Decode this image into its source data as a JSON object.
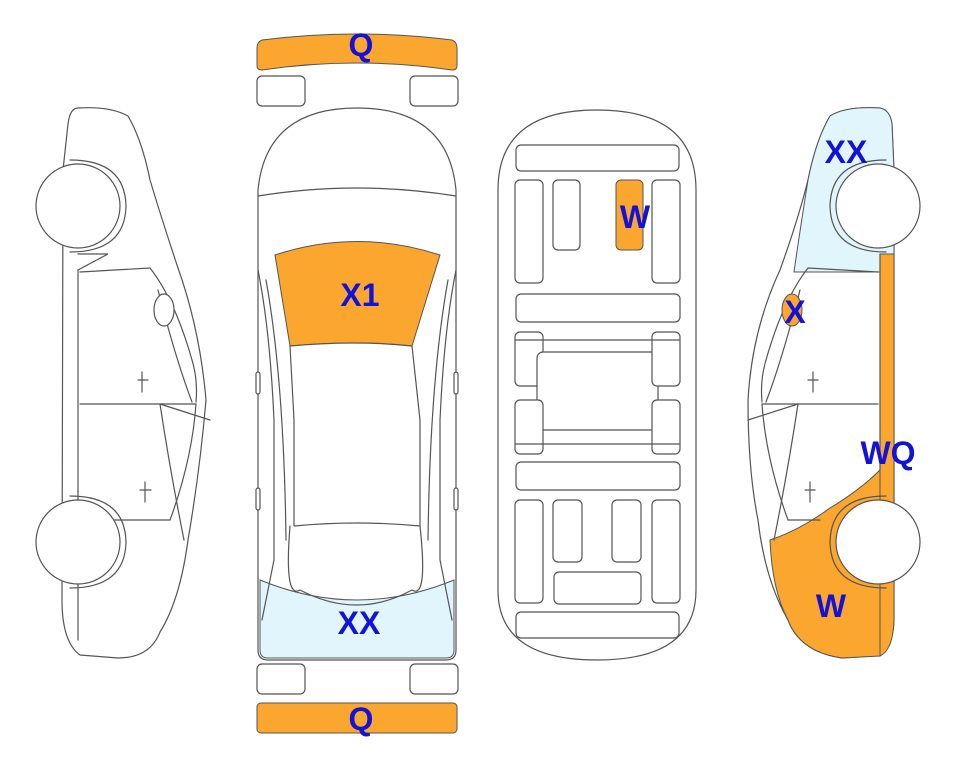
{
  "colors": {
    "damage": "#FAA62F",
    "light_damage": "#E1F5FC",
    "label": "#1212D8",
    "outline": "#555555"
  },
  "markers": {
    "front_bumper": "Q",
    "windshield": "X1",
    "rear_window": "XX",
    "rear_bumper": "Q",
    "underbody_panel": "W",
    "right_rear_fender": "XX",
    "right_fuel_door": "X",
    "right_rocker_panel": "WQ",
    "right_front_fender": "W"
  }
}
